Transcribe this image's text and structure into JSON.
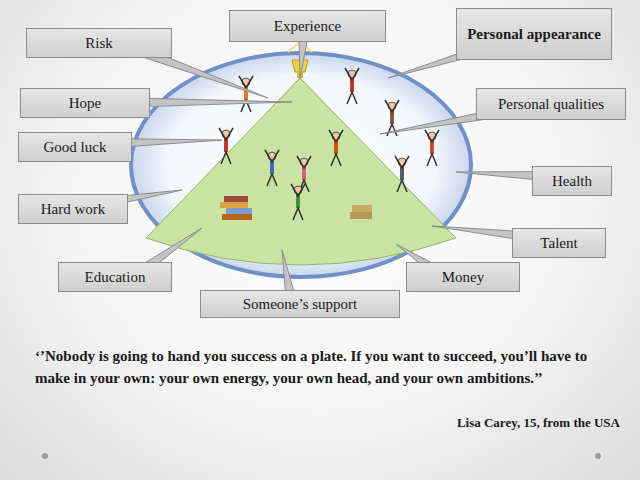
{
  "diagram": {
    "nodes": [
      {
        "text": [
          "Experience"
        ]
      },
      {
        "text": [
          "Personal appearance"
        ]
      },
      {
        "text": [
          "Risk"
        ]
      },
      {
        "text": [
          "Hope"
        ]
      },
      {
        "text": [
          "Personal qualities"
        ]
      },
      {
        "text": [
          "Good luck"
        ]
      },
      {
        "text": [
          "Health"
        ]
      },
      {
        "text": [
          "Hard work"
        ]
      },
      {
        "text": [
          "Talent"
        ]
      },
      {
        "text": [
          "Education"
        ]
      },
      {
        "text": [
          "Money"
        ]
      },
      {
        "text": [
          "Someone’s support"
        ]
      }
    ],
    "labels": [
      "‘’Nobody is going to hand you success on a plate. If you want to succeed, you’ll have to make in your own: your own energy, your own head, and your own ambitions.’’",
      "Lisa Carey, 15, from the USA"
    ]
  }
}
